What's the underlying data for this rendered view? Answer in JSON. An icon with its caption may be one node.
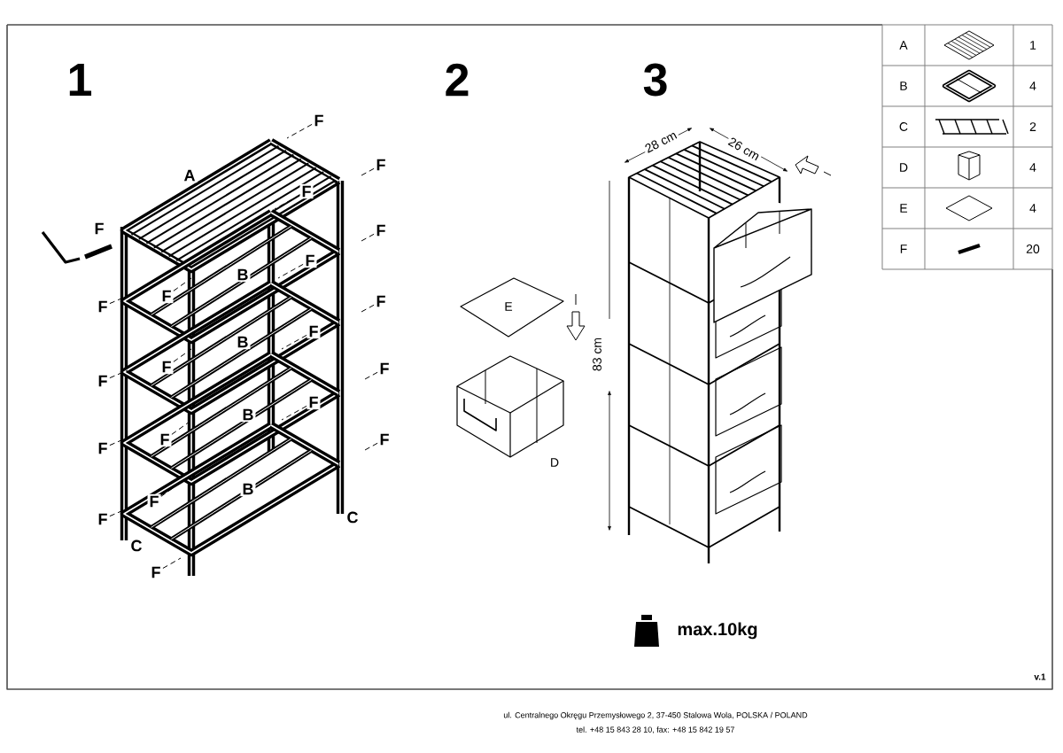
{
  "diagram": {
    "nodes": [
      {
        "text": [
          "F"
        ]
      },
      {
        "text": [
          "F"
        ]
      },
      {
        "text": [
          "F"
        ]
      },
      {
        "text": [
          "F"
        ]
      },
      {
        "text": [
          "F"
        ]
      },
      {
        "text": [
          "F"
        ]
      },
      {
        "text": [
          "F"
        ]
      },
      {
        "text": [
          "F"
        ]
      },
      {
        "text": [
          "F"
        ]
      },
      {
        "text": [
          "F"
        ]
      },
      {
        "text": [
          "F"
        ]
      },
      {
        "text": [
          "F"
        ]
      },
      {
        "text": [
          "F"
        ]
      },
      {
        "text": [
          "F"
        ]
      },
      {
        "text": [
          "F"
        ]
      },
      {
        "text": [
          "F"
        ]
      },
      {
        "text": [
          "F"
        ]
      },
      {
        "text": [
          "F"
        ]
      },
      {
        "text": [
          "F"
        ]
      }
    ],
    "edges": [
      {
        "from": 0,
        "to": null,
        "arrow": "none",
        "style": "dashed"
      },
      {
        "from": 1,
        "to": null,
        "arrow": "none",
        "style": "dashed"
      },
      {
        "from": 2,
        "to": null,
        "arrow": "none",
        "style": "dashed"
      },
      {
        "from": 3,
        "to": null,
        "arrow": "none",
        "style": "dashed"
      },
      {
        "from": 4,
        "to": null,
        "arrow": "none",
        "style": "dashed"
      },
      {
        "from": 5,
        "to": null,
        "arrow": "none",
        "style": "dashed"
      },
      {
        "from": 6,
        "to": null,
        "arrow": "none",
        "style": "dashed"
      },
      {
        "from": 7,
        "to": null,
        "arrow": "none",
        "style": "dashed"
      },
      {
        "from": 8,
        "to": null,
        "arrow": "none",
        "style": "dashed"
      },
      {
        "from": 9,
        "to": null,
        "arrow": "none",
        "style": "dashed"
      },
      {
        "from": 10,
        "to": null,
        "arrow": "none",
        "style": "dashed"
      },
      {
        "from": 11,
        "to": null,
        "arrow": "none",
        "style": "dashed"
      },
      {
        "from": 12,
        "to": null,
        "arrow": "none",
        "style": "dashed"
      },
      {
        "from": 13,
        "to": null,
        "arrow": "none",
        "style": "dashed"
      },
      {
        "from": 14,
        "to": null,
        "arrow": "none",
        "style": "dashed"
      },
      {
        "from": 15,
        "to": null,
        "arrow": "none",
        "style": "dashed"
      },
      {
        "from": 16,
        "to": null,
        "arrow": "none",
        "style": "dashed"
      },
      {
        "from": 17,
        "to": null,
        "arrow": "none",
        "style": "dashed"
      },
      {
        "from": 18,
        "to": null,
        "arrow": "none",
        "style": "dashed"
      }
    ],
    "labels": [
      "1",
      "2",
      "3",
      "A",
      "B",
      "B",
      "B",
      "B",
      "C",
      "C",
      "F",
      "E",
      "D",
      "28 cm",
      "26 cm",
      "83 cm",
      "A",
      "1",
      "B",
      "4",
      "C",
      "2",
      "D",
      "4",
      "E",
      "4",
      "F",
      "20",
      "max.10kg",
      "v.1",
      "ul. Centralnego Okręgu Przemysłowego 2, 37-450 Stalowa Wola, POLSKA / POLAND",
      "tel. +48 15 843 28 10, fax: +48 15 842 19 57"
    ]
  }
}
